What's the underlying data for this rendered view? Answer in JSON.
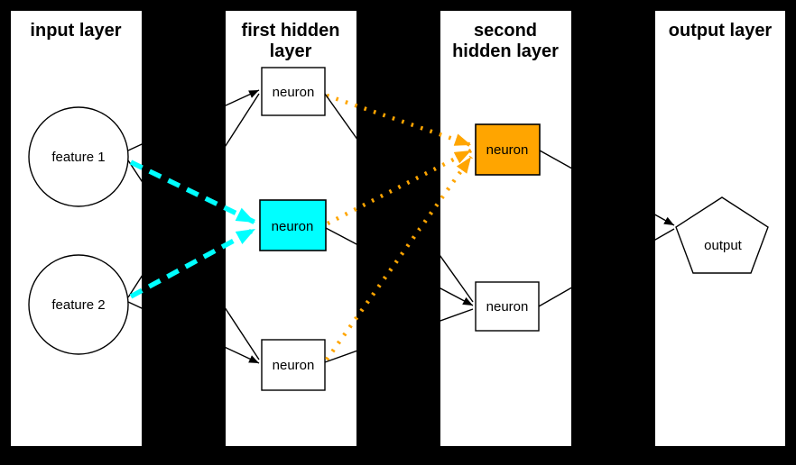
{
  "colors": {
    "background": "#000000",
    "panel": "#ffffff",
    "edge": "#000000",
    "cyan_highlight": "#00ffff",
    "orange_highlight": "#ffa500"
  },
  "layers": [
    {
      "title_lines": [
        "input layer"
      ],
      "nodes": [
        {
          "label": "feature 1",
          "shape": "circle"
        },
        {
          "label": "feature 2",
          "shape": "circle"
        }
      ]
    },
    {
      "title_lines": [
        "first hidden",
        "layer"
      ],
      "nodes": [
        {
          "label": "neuron",
          "shape": "box"
        },
        {
          "label": "neuron",
          "shape": "box",
          "highlight": "cyan"
        },
        {
          "label": "neuron",
          "shape": "box"
        }
      ]
    },
    {
      "title_lines": [
        "second",
        "hidden layer"
      ],
      "nodes": [
        {
          "label": "neuron",
          "shape": "box",
          "highlight": "orange"
        },
        {
          "label": "neuron",
          "shape": "box"
        }
      ]
    },
    {
      "title_lines": [
        "output layer"
      ],
      "nodes": [
        {
          "label": "output",
          "shape": "pentagon"
        }
      ]
    }
  ]
}
